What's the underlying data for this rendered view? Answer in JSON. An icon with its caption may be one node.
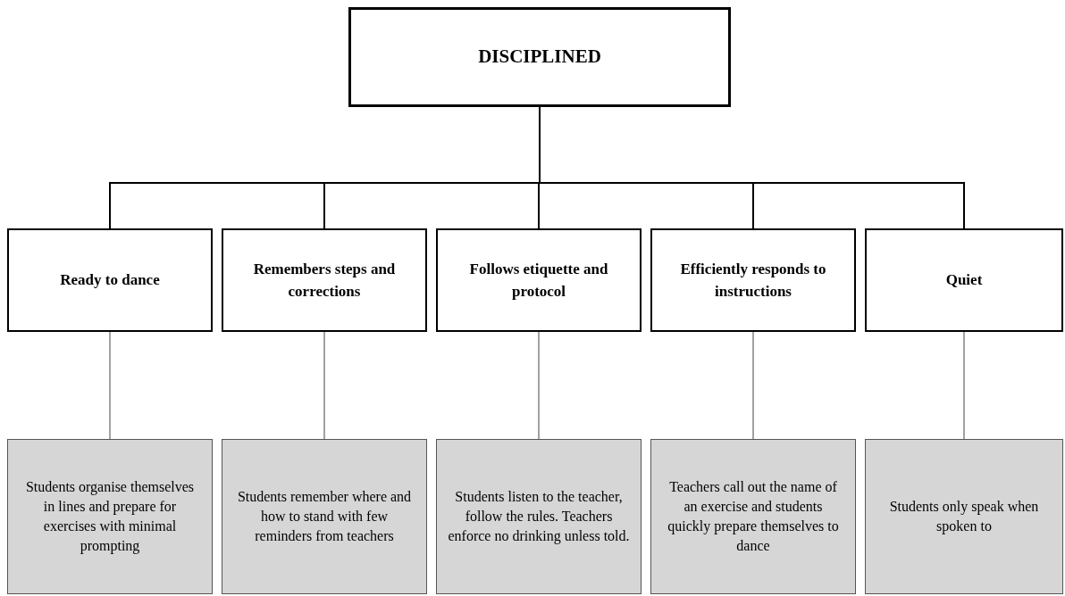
{
  "diagram": {
    "nodes": [
      {
        "text": [
          "DISCIPLINED"
        ]
      },
      {
        "text": [
          "Ready to dance"
        ]
      },
      {
        "text": [
          "Remembers steps and corrections"
        ]
      },
      {
        "text": [
          "Follows etiquette and protocol"
        ]
      },
      {
        "text": [
          "Efficiently responds to instructions"
        ]
      },
      {
        "text": [
          "Quiet"
        ]
      },
      {
        "text": [
          "Students organise themselves in lines and prepare for exercises with minimal prompting"
        ]
      },
      {
        "text": [
          "Students remember where and how to stand with few reminders from teachers"
        ]
      },
      {
        "text": [
          "Students listen to the teacher, follow the rules. Teachers enforce no drinking unless told."
        ]
      },
      {
        "text": [
          "Teachers call out the name of an exercise and students quickly prepare themselves to dance"
        ]
      },
      {
        "text": [
          "Students only speak when spoken to"
        ]
      }
    ],
    "edges": [
      {
        "from": 0,
        "to": 1,
        "arrow": "none"
      },
      {
        "from": 0,
        "to": 2,
        "arrow": "none"
      },
      {
        "from": 0,
        "to": 3,
        "arrow": "none"
      },
      {
        "from": 0,
        "to": 4,
        "arrow": "none"
      },
      {
        "from": 0,
        "to": 5,
        "arrow": "none"
      },
      {
        "from": 1,
        "to": 6,
        "arrow": "none"
      },
      {
        "from": 2,
        "to": 7,
        "arrow": "none"
      },
      {
        "from": 3,
        "to": 8,
        "arrow": "none"
      },
      {
        "from": 4,
        "to": 9,
        "arrow": "none"
      },
      {
        "from": 5,
        "to": 10,
        "arrow": "none"
      }
    ]
  }
}
